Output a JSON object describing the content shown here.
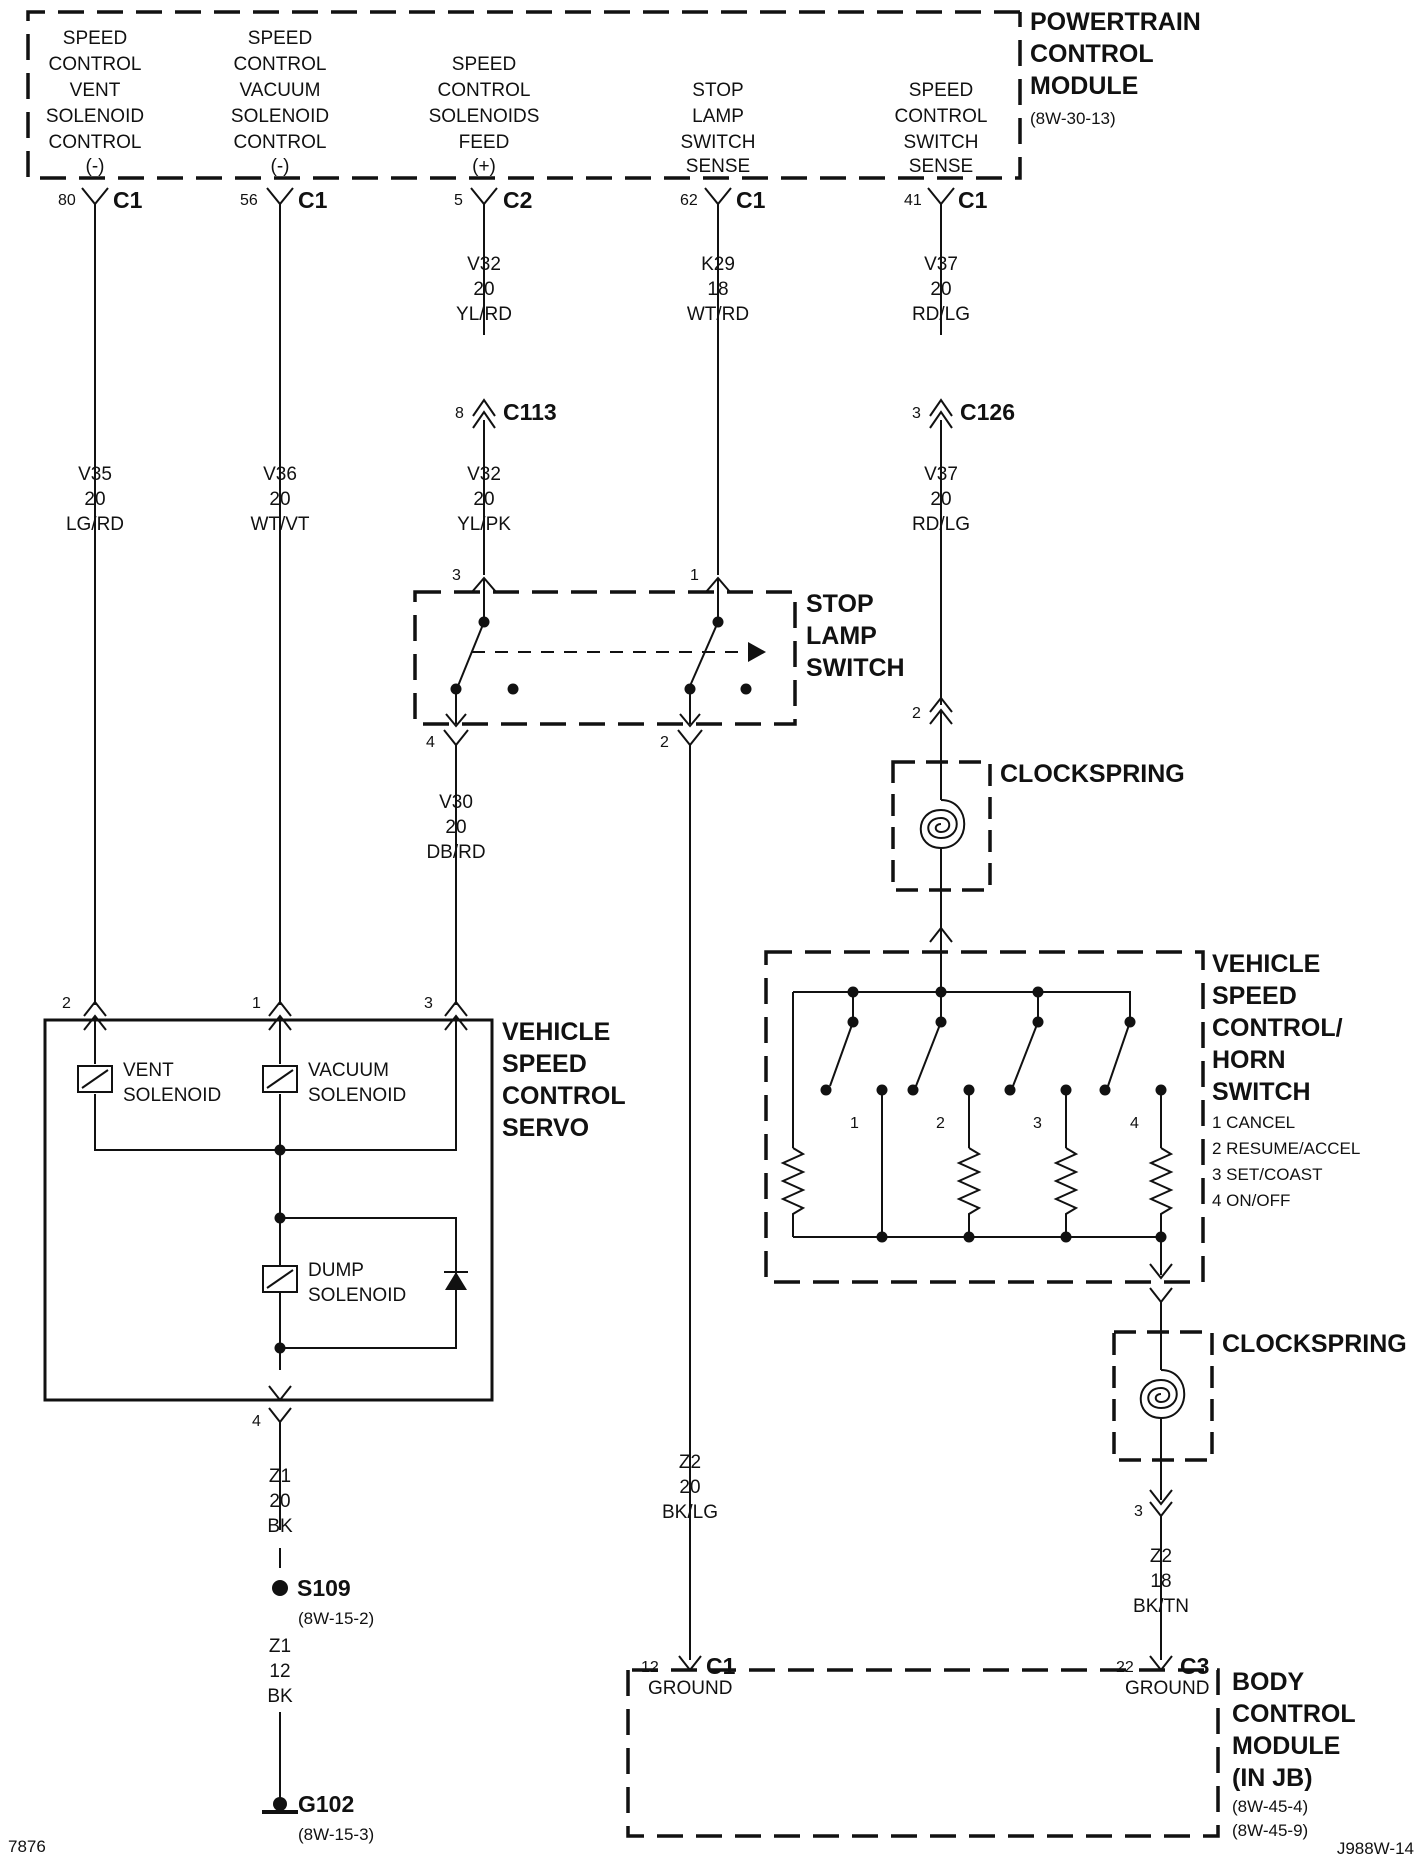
{
  "pcm": {
    "title": [
      "POWERTRAIN",
      "CONTROL",
      "MODULE"
    ],
    "ref": "(8W-30-13)",
    "terminals": [
      {
        "lines": [
          "SPEED",
          "CONTROL",
          "VENT",
          "SOLENOID",
          "CONTROL",
          "(-)"
        ],
        "pin": "80",
        "connector": "C1"
      },
      {
        "lines": [
          "SPEED",
          "CONTROL",
          "VACUUM",
          "SOLENOID",
          "CONTROL",
          "(-)"
        ],
        "pin": "56",
        "connector": "C1"
      },
      {
        "lines": [
          "SPEED",
          "CONTROL",
          "SOLENOIDS",
          "FEED",
          "(+)"
        ],
        "pin": "5",
        "connector": "C2"
      },
      {
        "lines": [
          "STOP",
          "LAMP",
          "SWITCH",
          "SENSE"
        ],
        "pin": "62",
        "connector": "C1"
      },
      {
        "lines": [
          "SPEED",
          "CONTROL",
          "SWITCH",
          "SENSE"
        ],
        "pin": "41",
        "connector": "C1"
      }
    ]
  },
  "wires": {
    "v35": [
      "V35",
      "20",
      "LG/RD"
    ],
    "v36": [
      "V36",
      "20",
      "WT/VT"
    ],
    "v32_top": [
      "V32",
      "20",
      "YL/RD"
    ],
    "v32_bottom": [
      "V32",
      "20",
      "YL/PK"
    ],
    "k29": [
      "K29",
      "18",
      "WT/RD"
    ],
    "v37_top": [
      "V37",
      "20",
      "RD/LG"
    ],
    "v37_bottom": [
      "V37",
      "20",
      "RD/LG"
    ],
    "v30": [
      "V30",
      "20",
      "DB/RD"
    ],
    "z1_top": [
      "Z1",
      "20",
      "BK"
    ],
    "z1_bottom": [
      "Z1",
      "12",
      "BK"
    ],
    "z2_left": [
      "Z2",
      "20",
      "BK/LG"
    ],
    "z2_right": [
      "Z2",
      "18",
      "BK/TN"
    ]
  },
  "inline_connectors": {
    "c113": {
      "pin": "8",
      "name": "C113"
    },
    "c126": {
      "pin": "3",
      "name": "C126"
    }
  },
  "stop_lamp_switch": {
    "title": [
      "STOP",
      "LAMP",
      "SWITCH"
    ],
    "pins": [
      "3",
      "1",
      "4",
      "2"
    ]
  },
  "clockspring_upper": {
    "title": "CLOCKSPRING",
    "pin": "2"
  },
  "clockspring_lower": {
    "title": "CLOCKSPRING",
    "pin": "3"
  },
  "horn_switch": {
    "title": [
      "VEHICLE",
      "SPEED",
      "CONTROL/",
      "HORN",
      "SWITCH"
    ],
    "legend": [
      "1 CANCEL",
      "2 RESUME/ACCEL",
      "3 SET/COAST",
      "4 ON/OFF"
    ],
    "switch_numbers": [
      "1",
      "2",
      "3",
      "4"
    ]
  },
  "servo": {
    "title": [
      "VEHICLE",
      "SPEED",
      "CONTROL",
      "SERVO"
    ],
    "pins": [
      "2",
      "1",
      "3",
      "4"
    ],
    "vent": [
      "VENT",
      "SOLENOID"
    ],
    "vacuum": [
      "VACUUM",
      "SOLENOID"
    ],
    "dump": [
      "DUMP",
      "SOLENOID"
    ]
  },
  "splice": {
    "name": "S109",
    "ref": "(8W-15-2)"
  },
  "ground": {
    "name": "G102",
    "ref": "(8W-15-3)"
  },
  "bcm": {
    "title": [
      "BODY",
      "CONTROL",
      "MODULE",
      "(IN JB)"
    ],
    "refs": [
      "(8W-45-4)",
      "(8W-45-9)"
    ],
    "left": {
      "pin": "12",
      "connector": "C1",
      "label": "GROUND"
    },
    "right": {
      "pin": "22",
      "connector": "C3",
      "label": "GROUND"
    }
  },
  "footer": {
    "left": "7876",
    "right": "J988W-14"
  }
}
